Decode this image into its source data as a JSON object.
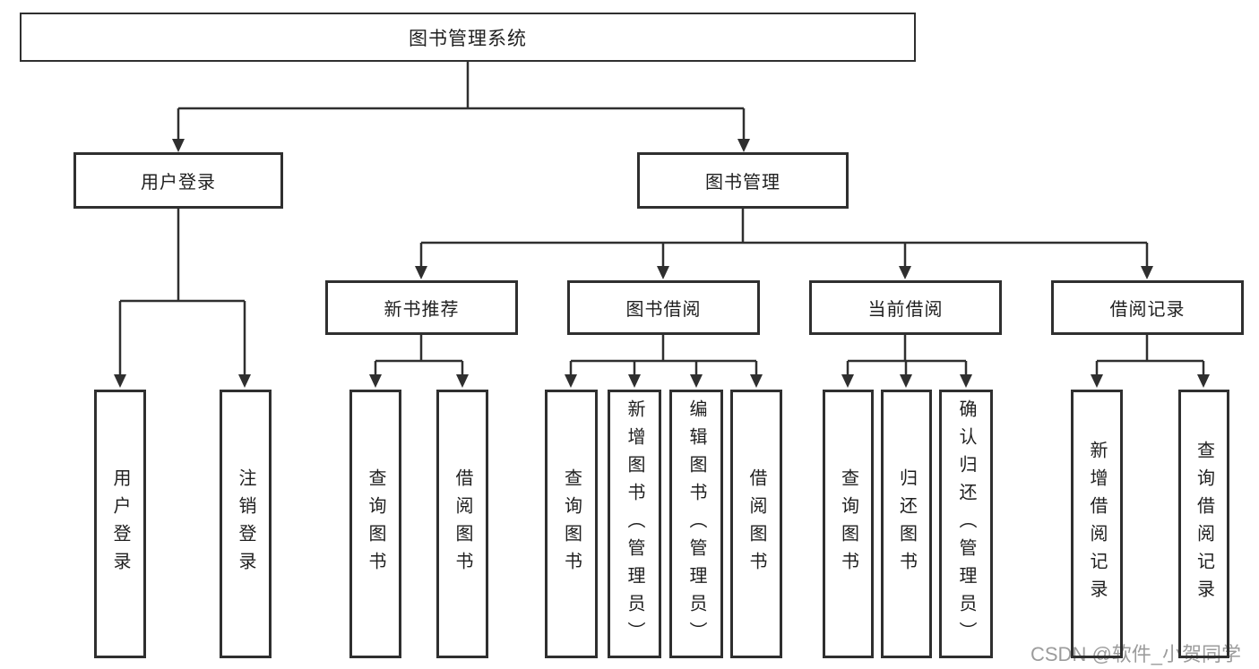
{
  "diagram": {
    "title": "图书管理系统",
    "root": {
      "label": "图书管理系统"
    },
    "level2": [
      {
        "label": "用户登录"
      },
      {
        "label": "图书管理"
      }
    ],
    "level3": [
      {
        "label": "新书推荐"
      },
      {
        "label": "图书借阅"
      },
      {
        "label": "当前借阅"
      },
      {
        "label": "借阅记录"
      }
    ],
    "leaves": {
      "user_login": [
        {
          "label": "用户登录"
        },
        {
          "label": "注销登录"
        }
      ],
      "new_book_rec": [
        {
          "label": "查询图书"
        },
        {
          "label": "借阅图书"
        }
      ],
      "book_borrow": [
        {
          "label": "查询图书"
        },
        {
          "label": "新增图书（管理员）"
        },
        {
          "label": "编辑图书（管理员）"
        },
        {
          "label": "借阅图书"
        }
      ],
      "current_borrow": [
        {
          "label": "查询图书"
        },
        {
          "label": "归还图书"
        },
        {
          "label": "确认归还（管理员）"
        }
      ],
      "borrow_records": [
        {
          "label": "新增借阅记录"
        },
        {
          "label": "查询借阅记录"
        }
      ]
    }
  },
  "watermark": {
    "text": "CSDN @软件_小贺同学"
  },
  "colors": {
    "line": "#2f2f2f",
    "text": "#1f1f1f",
    "watermark": "#9c9c9c",
    "background": "#ffffff"
  }
}
